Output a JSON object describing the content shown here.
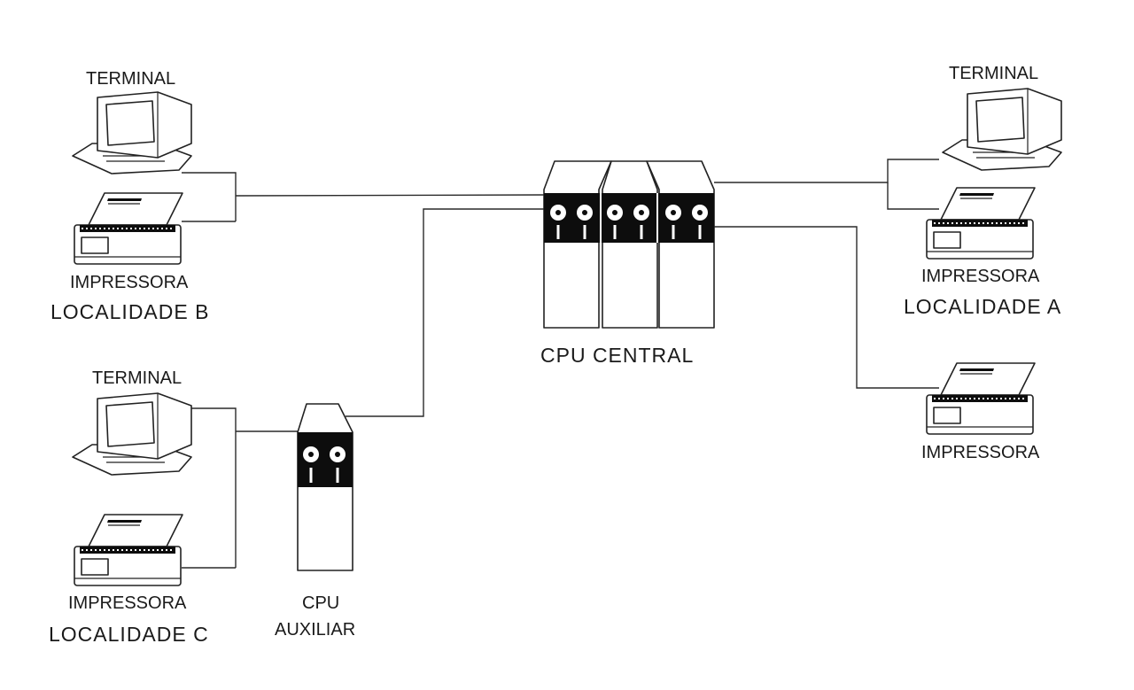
{
  "colors": {
    "ink": "#1a1a1a",
    "background": "#ffffff",
    "panel": "#0d0d0d"
  },
  "locations": {
    "b": {
      "terminal": "TERMINAL",
      "printer": "IMPRESSORA",
      "name": "LOCALIDADE B"
    },
    "c": {
      "terminal": "TERMINAL",
      "printer": "IMPRESSORA",
      "name": "LOCALIDADE C"
    },
    "a": {
      "terminal": "TERMINAL",
      "printer": "IMPRESSORA",
      "name": "LOCALIDADE A"
    }
  },
  "central": {
    "label": "CPU CENTRAL"
  },
  "auxiliary": {
    "line1": "CPU",
    "line2": "AUXILIAR"
  },
  "standalone_printer": {
    "label": "IMPRESSORA"
  }
}
